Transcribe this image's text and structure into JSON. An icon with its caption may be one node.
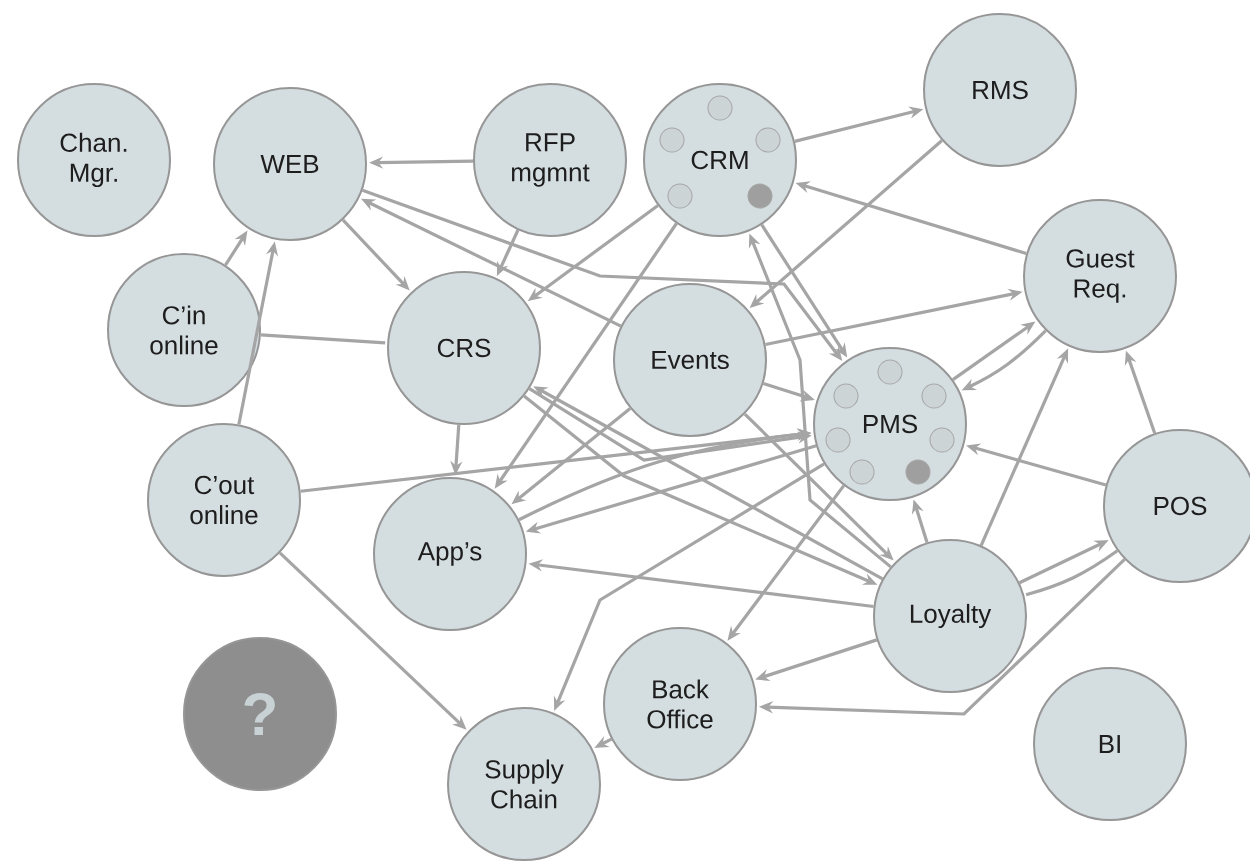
{
  "diagram": {
    "nodes": [
      {
        "text": [
          "Chan. Mgr."
        ]
      },
      {
        "text": [
          "WEB"
        ]
      },
      {
        "text": [
          "RFP mgmnt"
        ]
      },
      {
        "text": [
          "CRM"
        ]
      },
      {
        "text": [
          "RMS"
        ]
      },
      {
        "text": [
          "C’in online"
        ]
      },
      {
        "text": [
          "CRS"
        ]
      },
      {
        "text": [
          "Events"
        ]
      },
      {
        "text": [
          "Guest Req."
        ]
      },
      {
        "text": [
          "PMS"
        ]
      },
      {
        "text": [
          "C’out online"
        ]
      },
      {
        "text": [
          "App’s"
        ]
      },
      {
        "text": [
          "POS"
        ]
      },
      {
        "text": [
          "Loyalty"
        ]
      },
      {
        "text": [
          "Back Office"
        ]
      },
      {
        "text": [
          "?"
        ]
      },
      {
        "text": [
          "Supply Chain"
        ]
      },
      {
        "text": [
          "BI"
        ]
      }
    ],
    "edges": [
      {
        "from": 2,
        "to": 1,
        "arrow": "to"
      },
      {
        "from": 3,
        "to": 4,
        "arrow": "to"
      },
      {
        "from": 1,
        "to": 6,
        "arrow": "to"
      },
      {
        "from": 5,
        "to": 1,
        "arrow": "to"
      },
      {
        "from": 10,
        "to": 1,
        "arrow": "to"
      },
      {
        "from": 5,
        "to": 6,
        "arrow": "none"
      },
      {
        "from": 1,
        "to": 9,
        "arrow": "to"
      },
      {
        "from": 7,
        "to": 1,
        "arrow": "to"
      },
      {
        "from": 3,
        "to": 6,
        "arrow": "to"
      },
      {
        "from": 4,
        "to": 7,
        "arrow": "to"
      },
      {
        "from": 2,
        "to": 6,
        "arrow": "to"
      },
      {
        "from": 8,
        "to": 3,
        "arrow": "to"
      },
      {
        "from": 3,
        "to": 9,
        "arrow": "to"
      },
      {
        "from": 13,
        "to": 3,
        "arrow": "to"
      },
      {
        "from": 7,
        "to": 8,
        "arrow": "to"
      },
      {
        "from": 9,
        "to": 8,
        "arrow": "to"
      },
      {
        "from": 8,
        "to": 9,
        "arrow": "to"
      },
      {
        "from": 13,
        "to": 8,
        "arrow": "to"
      },
      {
        "from": 12,
        "to": 8,
        "arrow": "to"
      },
      {
        "from": 12,
        "to": 9,
        "arrow": "to"
      },
      {
        "from": 13,
        "to": 12,
        "arrow": "to"
      },
      {
        "from": 12,
        "to": 13,
        "arrow": "none"
      },
      {
        "from": 13,
        "to": 9,
        "arrow": "to"
      },
      {
        "from": 13,
        "to": 14,
        "arrow": "to"
      },
      {
        "from": 12,
        "to": 14,
        "arrow": "to"
      },
      {
        "from": 9,
        "to": 14,
        "arrow": "to"
      },
      {
        "from": 14,
        "to": 16,
        "arrow": "to"
      },
      {
        "from": 9,
        "to": 16,
        "arrow": "to"
      },
      {
        "from": 10,
        "to": 16,
        "arrow": "to"
      },
      {
        "from": 10,
        "to": 9,
        "arrow": "to"
      },
      {
        "from": 6,
        "to": 11,
        "arrow": "to"
      },
      {
        "from": 7,
        "to": 11,
        "arrow": "to"
      },
      {
        "from": 9,
        "to": 11,
        "arrow": "to"
      },
      {
        "from": 13,
        "to": 11,
        "arrow": "to"
      },
      {
        "from": 13,
        "to": 6,
        "arrow": "to"
      },
      {
        "from": 7,
        "to": 9,
        "arrow": "to"
      },
      {
        "from": 6,
        "to": 9,
        "arrow": "to"
      },
      {
        "from": 6,
        "to": 13,
        "arrow": "to"
      },
      {
        "from": 7,
        "to": 13,
        "arrow": "to"
      },
      {
        "from": 11,
        "to": 9,
        "arrow": "to"
      },
      {
        "from": 3,
        "to": 11,
        "arrow": "to"
      }
    ]
  }
}
